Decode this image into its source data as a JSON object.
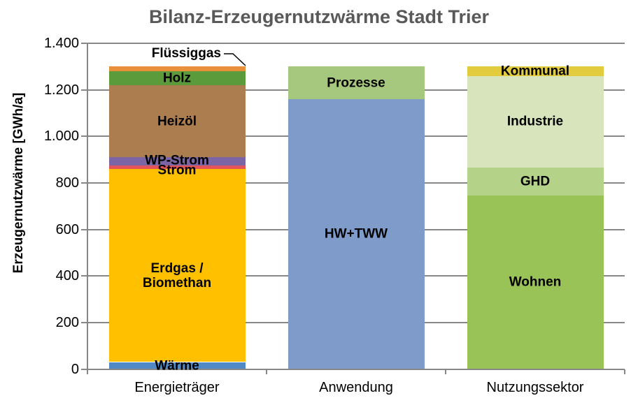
{
  "chart_data": {
    "type": "stacked-bar",
    "title": "Bilanz-Erzeugernutzwärme Stadt Trier",
    "ylabel": "Erzeugernutzwärme [GWh/a]",
    "ylim": [
      0,
      1400
    ],
    "ytick_step": 200,
    "yticks": [
      {
        "value": 0,
        "label": "0"
      },
      {
        "value": 200,
        "label": "200"
      },
      {
        "value": 400,
        "label": "400"
      },
      {
        "value": 600,
        "label": "600"
      },
      {
        "value": 800,
        "label": "800"
      },
      {
        "value": 1000,
        "label": "1.000"
      },
      {
        "value": 1200,
        "label": "1.200"
      },
      {
        "value": 1400,
        "label": "1.400"
      }
    ],
    "grid": true,
    "legend": "none",
    "title_color": "#595959",
    "grid_color": "#878787",
    "categories": [
      "Energieträger",
      "Anwendung",
      "Nutzungssektor"
    ],
    "bars": [
      {
        "category": "Energieträger",
        "total": 1300,
        "segments": [
          {
            "label": "Wärme",
            "value": 30,
            "color": "#5189C6",
            "callout": false
          },
          {
            "label": "Erdgas /\nBiomethan",
            "value": 830,
            "color": "#FFC000",
            "callout": false
          },
          {
            "label": "Strom",
            "value": 15,
            "color": "#E4555A",
            "callout": false
          },
          {
            "label": "WP-Strom",
            "value": 35,
            "color": "#7C65A4",
            "callout": false
          },
          {
            "label": "Heizöl",
            "value": 310,
            "color": "#AC7D4F",
            "callout": false
          },
          {
            "label": "Holz",
            "value": 60,
            "color": "#5B9B3C",
            "callout": false
          },
          {
            "label": "Flüssiggas",
            "value": 20,
            "color": "#E8913A",
            "callout": true
          }
        ]
      },
      {
        "category": "Anwendung",
        "total": 1300,
        "segments": [
          {
            "label": "HW+TWW",
            "value": 1160,
            "color": "#7F9BC9",
            "callout": false
          },
          {
            "label": "Prozesse",
            "value": 140,
            "color": "#A6C87E",
            "callout": false
          }
        ]
      },
      {
        "category": "Nutzungssektor",
        "total": 1300,
        "segments": [
          {
            "label": "Wohnen",
            "value": 745,
            "color": "#9AC357",
            "callout": false
          },
          {
            "label": "GHD",
            "value": 120,
            "color": "#B4D389",
            "callout": false
          },
          {
            "label": "Industrie",
            "value": 395,
            "color": "#D7E4BC",
            "callout": false
          },
          {
            "label": "Kommunal",
            "value": 40,
            "color": "#E2CB3C",
            "callout": false
          }
        ]
      }
    ],
    "annotation": {
      "label": "Flüssiggas"
    }
  }
}
